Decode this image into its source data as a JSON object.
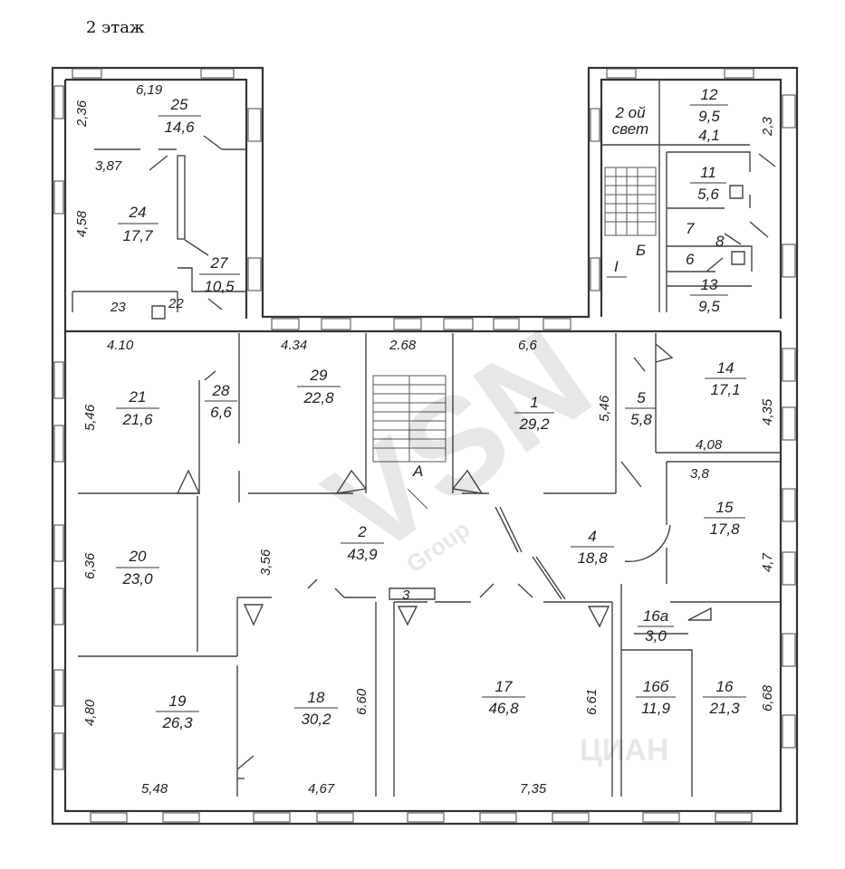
{
  "title": "2 этаж",
  "watermark": {
    "brand": "VSN",
    "sub": "Group",
    "corner": "ЦИАН"
  },
  "rooms": [
    {
      "id": "25",
      "num": "25",
      "area": "14,6"
    },
    {
      "id": "24",
      "num": "24",
      "area": "17,7"
    },
    {
      "id": "27",
      "num": "27",
      "area": "10,5"
    },
    {
      "id": "23",
      "num": "23"
    },
    {
      "id": "22",
      "num": "22"
    },
    {
      "id": "12",
      "num": "12",
      "area": "9,5",
      "extra": "4,1"
    },
    {
      "id": "lightwell",
      "line1": "2 ой",
      "line2": "свет"
    },
    {
      "id": "11",
      "num": "11",
      "area": "5,6"
    },
    {
      "id": "7",
      "num": "7"
    },
    {
      "id": "8",
      "num": "8"
    },
    {
      "id": "6",
      "num": "6"
    },
    {
      "id": "13",
      "num": "13",
      "area": "9,5"
    },
    {
      "id": "stairB",
      "num": "Б"
    },
    {
      "id": "stairI",
      "num": "I"
    },
    {
      "id": "21",
      "num": "21",
      "area": "21,6"
    },
    {
      "id": "28",
      "num": "28",
      "area": "6,6"
    },
    {
      "id": "29",
      "num": "29",
      "area": "22,8"
    },
    {
      "id": "stairA",
      "num": "А"
    },
    {
      "id": "1",
      "num": "1",
      "area": "29,2"
    },
    {
      "id": "5",
      "num": "5",
      "area": "5,8"
    },
    {
      "id": "14",
      "num": "14",
      "area": "17,1"
    },
    {
      "id": "15",
      "num": "15",
      "area": "17,8"
    },
    {
      "id": "20",
      "num": "20",
      "area": "23,0"
    },
    {
      "id": "2",
      "num": "2",
      "area": "43,9"
    },
    {
      "id": "4",
      "num": "4",
      "area": "18,8"
    },
    {
      "id": "3",
      "num": "3"
    },
    {
      "id": "16a",
      "num": "16а",
      "area": "3,0"
    },
    {
      "id": "19",
      "num": "19",
      "area": "26,3"
    },
    {
      "id": "18",
      "num": "18",
      "area": "30,2"
    },
    {
      "id": "17",
      "num": "17",
      "area": "46,8"
    },
    {
      "id": "16b",
      "num": "16б",
      "area": "11,9"
    },
    {
      "id": "16",
      "num": "16",
      "area": "21,3"
    }
  ],
  "dimensions": [
    "2,36",
    "6,19",
    "3,87",
    "4,58",
    "2,3",
    "4.10",
    "4.34",
    "2.68",
    "6,6",
    "5,46",
    "5,46",
    "4,35",
    "4,08",
    "3,8",
    "6,36",
    "3,56",
    "4,7",
    "4,80",
    "6.60",
    "6.61",
    "6,68",
    "5,48",
    "4,67",
    "7,35"
  ]
}
